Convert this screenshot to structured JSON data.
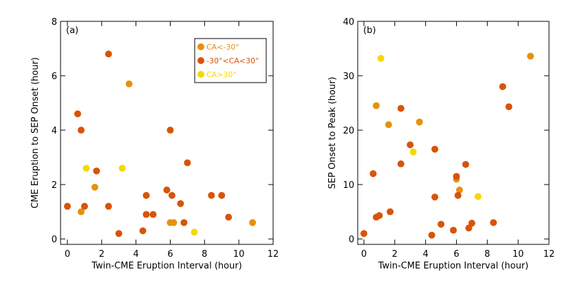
{
  "colors": {
    "CA<-30°": "#e8900c",
    "-30°<CA<30°": "#d85408",
    "CA>30°": "#f5d800"
  },
  "chart_data": [
    {
      "type": "scatter",
      "panel_label": "(a)",
      "xlabel": "Twin-CME Eruption Interval (hour)",
      "ylabel": "CME Eruption to SEP Onset (hour)",
      "xlim": [
        -0.4,
        12
      ],
      "ylim": [
        -0.2,
        8
      ],
      "xticks": [
        0,
        2,
        4,
        6,
        8,
        10,
        12
      ],
      "yticks": [
        0,
        2,
        4,
        6,
        8
      ],
      "grid": false,
      "legend_position": "top-right",
      "legend": [
        "CA<-30°",
        "-30°<CA<30°",
        "CA>30°"
      ],
      "series": [
        {
          "name": "CA<-30°",
          "points": [
            [
              0.8,
              1.0
            ],
            [
              1.6,
              1.9
            ],
            [
              3.6,
              5.7
            ],
            [
              6.0,
              0.6
            ],
            [
              6.2,
              0.6
            ],
            [
              10.8,
              0.6
            ]
          ]
        },
        {
          "name": "-30°<CA<30°",
          "points": [
            [
              0.0,
              1.2
            ],
            [
              0.6,
              4.6
            ],
            [
              0.8,
              4.0
            ],
            [
              1.0,
              1.2
            ],
            [
              1.7,
              2.5
            ],
            [
              2.4,
              6.8
            ],
            [
              2.4,
              1.2
            ],
            [
              3.0,
              0.2
            ],
            [
              4.4,
              0.3
            ],
            [
              4.6,
              1.6
            ],
            [
              4.6,
              0.9
            ],
            [
              5.0,
              0.9
            ],
            [
              5.8,
              1.8
            ],
            [
              6.0,
              4.0
            ],
            [
              6.1,
              1.6
            ],
            [
              6.6,
              1.3
            ],
            [
              6.8,
              0.6
            ],
            [
              7.0,
              2.8
            ],
            [
              8.4,
              1.6
            ],
            [
              9.0,
              1.6
            ],
            [
              9.4,
              0.8
            ]
          ]
        },
        {
          "name": "CA>30°",
          "points": [
            [
              1.1,
              2.6
            ],
            [
              3.2,
              2.6
            ],
            [
              7.4,
              0.25
            ]
          ]
        }
      ]
    },
    {
      "type": "scatter",
      "panel_label": "(b)",
      "xlabel": "Twin-CME Eruption Interval (hour)",
      "ylabel": "SEP Onset to Peak (hour)",
      "xlim": [
        -0.4,
        12
      ],
      "ylim": [
        -1,
        40
      ],
      "xticks": [
        0,
        2,
        4,
        6,
        8,
        10,
        12
      ],
      "yticks": [
        0,
        10,
        20,
        30,
        40
      ],
      "grid": false,
      "series": [
        {
          "name": "CA<-30°",
          "points": [
            [
              0.8,
              24.5
            ],
            [
              1.6,
              21.0
            ],
            [
              3.6,
              21.5
            ],
            [
              6.0,
              11.0
            ],
            [
              6.2,
              9.0
            ],
            [
              10.8,
              33.6
            ]
          ]
        },
        {
          "name": "-30°<CA<30°",
          "points": [
            [
              0.0,
              1.0
            ],
            [
              0.6,
              12.0
            ],
            [
              0.8,
              4.0
            ],
            [
              1.0,
              4.3
            ],
            [
              1.7,
              5.0
            ],
            [
              2.4,
              24.0
            ],
            [
              2.4,
              13.8
            ],
            [
              3.0,
              17.3
            ],
            [
              4.4,
              0.7
            ],
            [
              4.6,
              16.5
            ],
            [
              4.6,
              7.7
            ],
            [
              5.0,
              2.7
            ],
            [
              5.8,
              1.6
            ],
            [
              6.0,
              11.5
            ],
            [
              6.1,
              8.0
            ],
            [
              6.6,
              13.7
            ],
            [
              6.8,
              2.0
            ],
            [
              7.0,
              2.9
            ],
            [
              8.4,
              3.0
            ],
            [
              9.0,
              28.0
            ],
            [
              9.4,
              24.3
            ]
          ]
        },
        {
          "name": "CA>30°",
          "points": [
            [
              1.1,
              33.2
            ],
            [
              3.2,
              16.0
            ],
            [
              7.4,
              7.8
            ]
          ]
        }
      ]
    }
  ]
}
